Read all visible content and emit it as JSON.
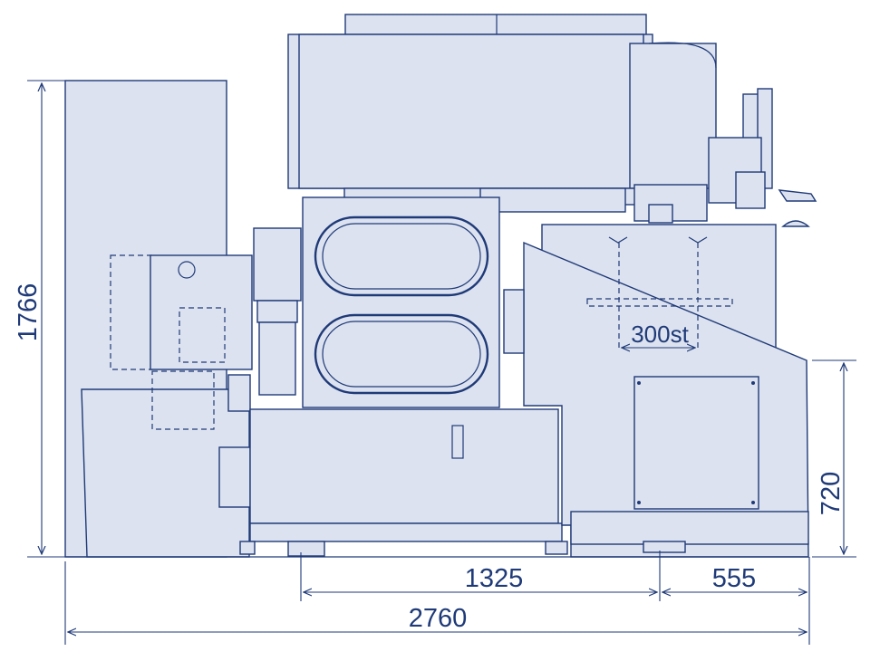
{
  "diagram": {
    "colors": {
      "line": "#1f3a78",
      "fill": "#dce2ef",
      "fill_light": "#e7ebf4",
      "background": "#ffffff"
    },
    "dimensions": {
      "total_height": "1766",
      "base_height": "720",
      "center_span": "1325",
      "right_span": "555",
      "total_width": "2760",
      "stroke": "300st"
    }
  }
}
